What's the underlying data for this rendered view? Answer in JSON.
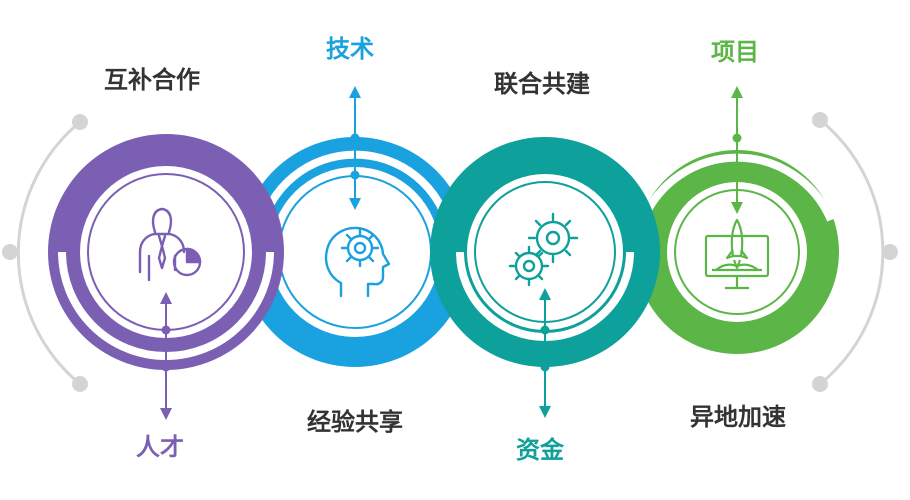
{
  "colors": {
    "purple": "#7b5fb3",
    "blue": "#1aa1df",
    "teal": "#0ea09a",
    "green": "#5cb547",
    "gray": "#d4d4d4",
    "dark": "#333333"
  },
  "labels": {
    "hubu": "互补合作",
    "rencai": "人才",
    "jishu": "技术",
    "jingyan": "经验共享",
    "lianhe": "联合共建",
    "zijin": "资金",
    "xiangmu": "项目",
    "yidi": "异地加速"
  },
  "icons": {
    "talent": "person-pie-chart-icon",
    "tech": "head-gear-icon",
    "fund": "gears-icon",
    "project": "rocket-monitor-icon"
  }
}
